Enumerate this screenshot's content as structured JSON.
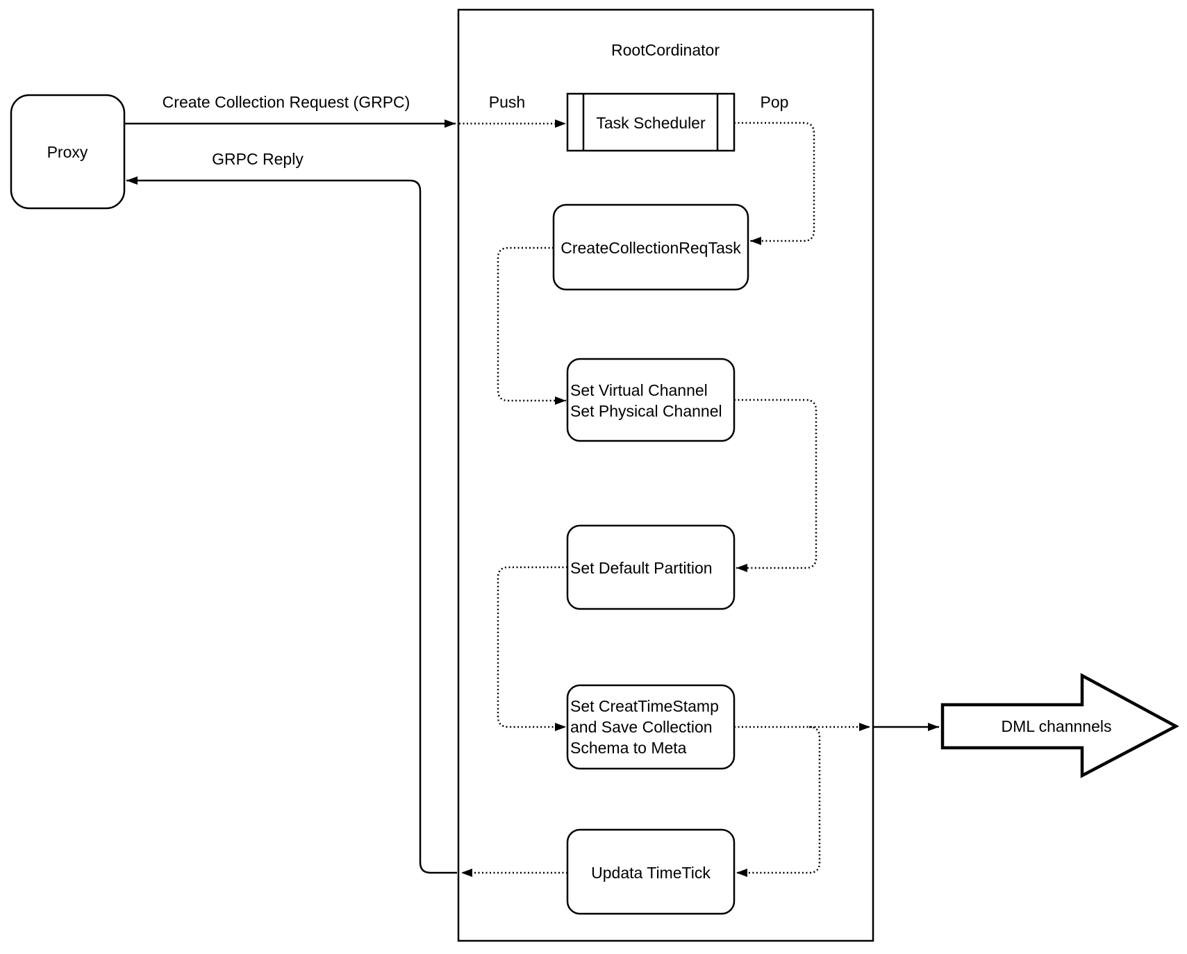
{
  "diagram": {
    "container": {
      "title": "RootCordinator"
    },
    "nodes": {
      "proxy": {
        "label": "Proxy"
      },
      "task_scheduler": {
        "label": "Task Scheduler"
      },
      "create_collection_req_task": {
        "label": "CreateCollectionReqTask"
      },
      "set_virtual_channel": {
        "lines": [
          "Set Virtual Channel",
          "Set Physical Channel"
        ]
      },
      "set_default_partition": {
        "label": "Set Default Partition"
      },
      "set_creat_timestamp": {
        "lines": [
          "Set CreatTimeStamp",
          "and Save Collection",
          "Schema to Meta"
        ]
      },
      "updata_timetick": {
        "label": "Updata TimeTick"
      },
      "dml_channels": {
        "label": "DML channnels"
      }
    },
    "edges": {
      "create_collection_request": {
        "label": "Create Collection Request (GRPC)"
      },
      "grpc_reply": {
        "label": "GRPC Reply"
      },
      "push": {
        "label": "Push"
      },
      "pop": {
        "label": "Pop"
      }
    },
    "colors": {
      "stroke": "#000000",
      "background": "#ffffff",
      "fill": "#ffffff"
    }
  }
}
